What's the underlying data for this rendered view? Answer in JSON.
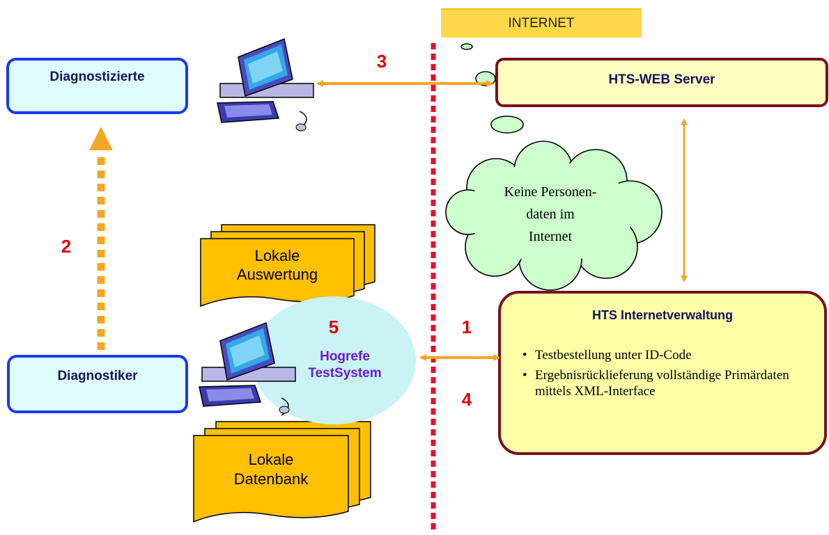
{
  "internet_label": "INTERNET",
  "nodes": {
    "diagnostizierte": "Diagnostizierte",
    "diagnostiker": "Diagnostiker",
    "web_server": "HTS-WEB Server",
    "verwaltung": {
      "title": "HTS Internetverwaltung",
      "bullets": [
        "Testbestellung unter ID-Code",
        "Ergebnisrücklieferung vollständige Primärdaten mittels XML-Interface"
      ]
    },
    "hogrefe_line1": "Hogrefe",
    "hogrefe_line2": "TestSystem",
    "lokale_auswertung": [
      "Lokale",
      "Auswertung"
    ],
    "lokale_datenbank": [
      "Lokale",
      "Datenbank"
    ],
    "cloud": [
      "Keine Personen-",
      "daten im",
      "Internet"
    ]
  },
  "step_numbers": [
    "1",
    "2",
    "3",
    "4",
    "5"
  ],
  "colors": {
    "arrow": "#f6a623",
    "boundary": "#e8102a",
    "blue_border": "#1c39e8",
    "maroon_border": "#7a1020",
    "yellow_fill": "#ffffc0",
    "doc_fill": "#ffc000",
    "ellipse_fill": "#c9f3f5",
    "cloud_fill": "#ccffcc",
    "number_red": "#e00000",
    "purple_text": "#6a1ad6"
  },
  "icons": [
    "computer-icon",
    "computer-icon"
  ]
}
